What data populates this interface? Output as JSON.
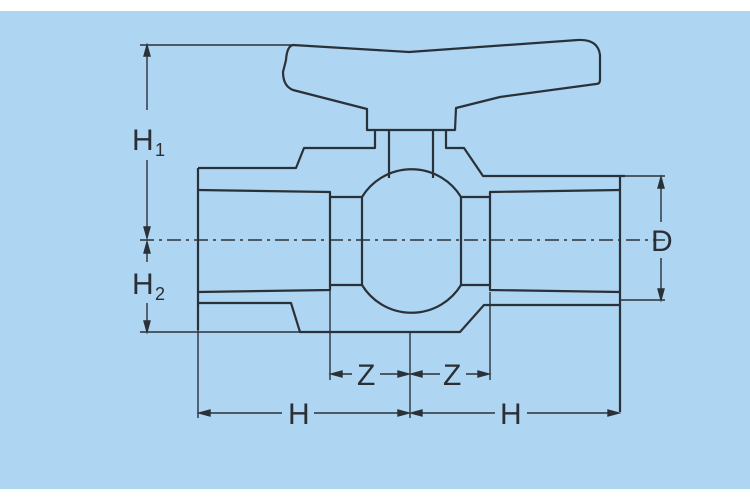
{
  "diagram": {
    "subject": "ball valve dimension drawing",
    "colors": {
      "background": "#AED5F2",
      "page": "#FFFFFF",
      "line": "#2B3138"
    },
    "labels": {
      "h1": "H",
      "h1_sub": "1",
      "h2": "H",
      "h2_sub": "2",
      "d": "D",
      "z_left": "Z",
      "z_right": "Z",
      "h_left": "H",
      "h_right": "H"
    }
  }
}
